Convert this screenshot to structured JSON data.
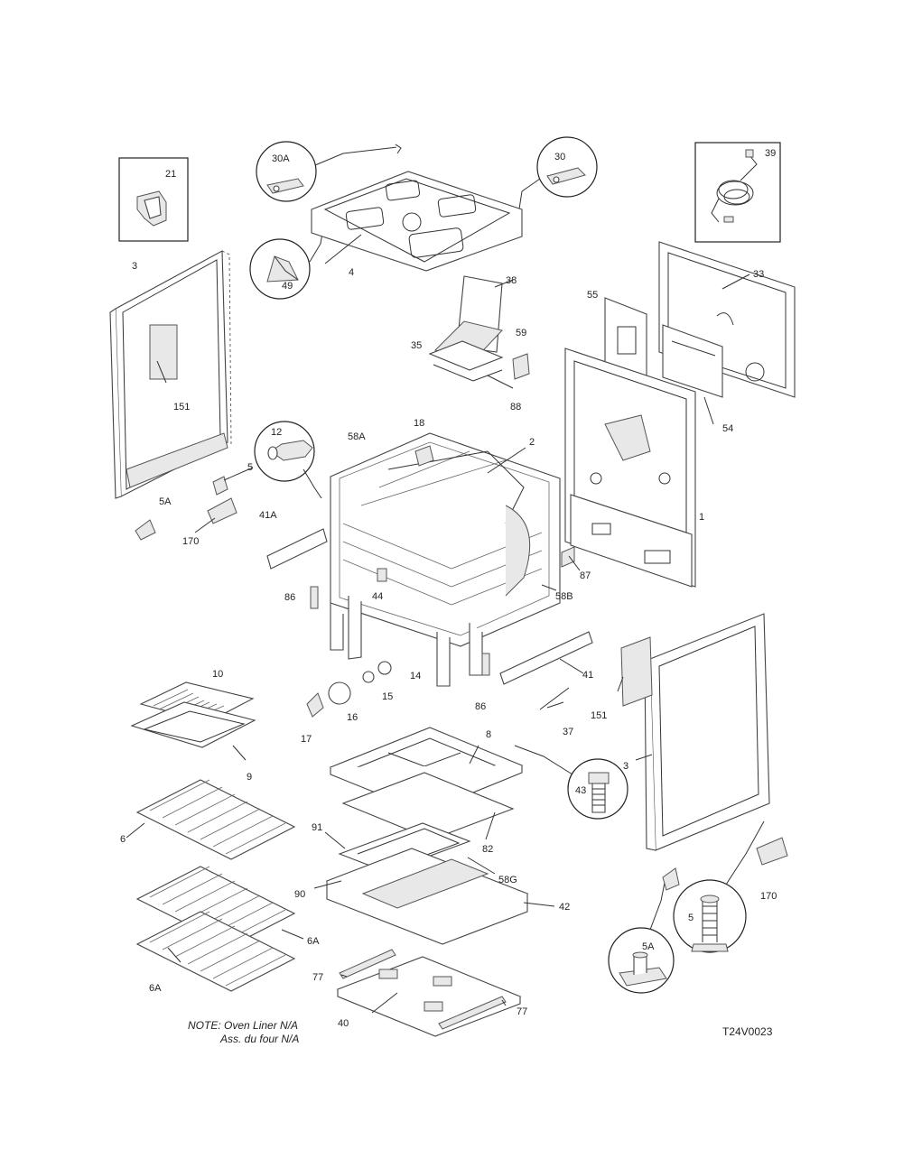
{
  "labels": {
    "l21": "21",
    "l30A": "30A",
    "l30": "30",
    "l39": "39",
    "l3a": "3",
    "l4": "4",
    "l49": "49",
    "l38": "38",
    "l33": "33",
    "l55": "55",
    "l151a": "151",
    "l35": "35",
    "l59": "59",
    "l88a": "88",
    "l54": "54",
    "l12": "12",
    "l18": "18",
    "l58A": "58A",
    "l2": "2",
    "l5a": "5",
    "l1": "1",
    "l5Aa": "5A",
    "l170a": "170",
    "l41A": "41A",
    "l86a": "86",
    "l44": "44",
    "l87": "87",
    "l58B": "58B",
    "l10": "10",
    "l14": "14",
    "l41": "41",
    "l15": "15",
    "l86b": "86",
    "l151b": "151",
    "l16": "16",
    "l17": "17",
    "l37": "37",
    "l9": "9",
    "l8": "8",
    "l3b": "3",
    "l43": "43",
    "l6": "6",
    "l91": "91",
    "l82": "82",
    "l58G": "58G",
    "l90": "90",
    "l42": "42",
    "l170b": "170",
    "l5b": "5",
    "l6Aa": "6A",
    "l5Ab": "5A",
    "l77a": "77",
    "l6Ab": "6A",
    "l40": "40",
    "l77b": "77"
  },
  "note_line1": "NOTE: Oven Liner N/A",
  "note_line2": "Ass. du four N/A",
  "diagram_code": "T24V0023"
}
